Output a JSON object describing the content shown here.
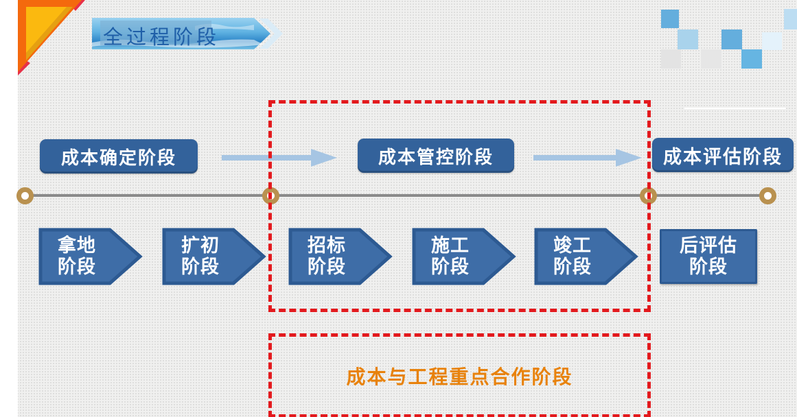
{
  "banner": {
    "title": "全过程阶段"
  },
  "phases": [
    {
      "label": "成本确定阶段"
    },
    {
      "label": "成本管控阶段"
    },
    {
      "label": "成本评估阶段"
    }
  ],
  "stages": [
    {
      "line1": "拿地",
      "line2": "阶段"
    },
    {
      "line1": "扩初",
      "line2": "阶段"
    },
    {
      "line1": "招标",
      "line2": "阶段"
    },
    {
      "line1": "施工",
      "line2": "阶段"
    },
    {
      "line1": "竣工",
      "line2": "阶段"
    },
    {
      "line1": "后评估",
      "line2": "阶段"
    }
  ],
  "note": {
    "label": "成本与工程重点合作阶段"
  },
  "colors": {
    "stage_box_fill": "#3E6DA7",
    "stage_box_border": "#2D5A92",
    "phase_box_fill": "#33629B",
    "flow_arrow": "#A6C5E3",
    "timeline_line": "#8A8A8A",
    "timeline_node_ring": "#B9914F",
    "highlight_border_red": "#E3191D",
    "note_text_orange": "#E8820C",
    "banner_text_blue": "#1F5FA8",
    "corner_orange": "#F4690D",
    "corner_yellow": "#FBB90F"
  }
}
